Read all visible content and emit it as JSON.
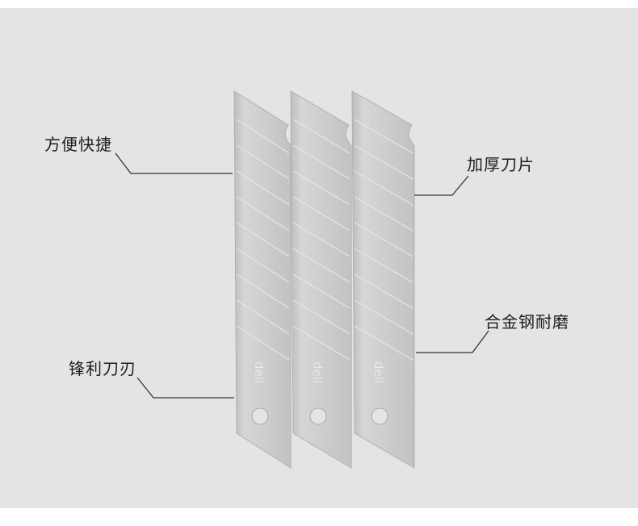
{
  "scene": {
    "subject": "snap-off utility knife blades",
    "blade_count": 3,
    "brand_mark": "deli",
    "background_color": "#e4e4e4",
    "page_color": "#ffffff",
    "blade_color": "#c9c9c9"
  },
  "callouts": [
    {
      "id": "convenient",
      "text": "方便快捷"
    },
    {
      "id": "thick-blade",
      "text": "加厚刀片"
    },
    {
      "id": "alloy-steel",
      "text": "合金钢耐磨"
    },
    {
      "id": "sharp-edge",
      "text": "锋利刀刃"
    }
  ]
}
